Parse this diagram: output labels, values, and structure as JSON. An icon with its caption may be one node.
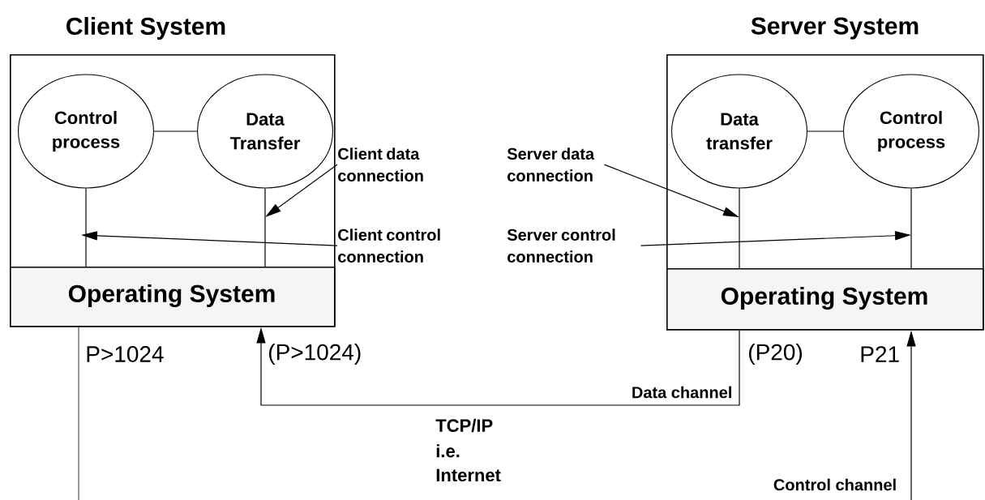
{
  "diagram": {
    "nodes": [
      {
        "text": [
          "Client System"
        ]
      },
      {
        "text": [
          "Control process"
        ],
        "in": 0
      },
      {
        "text": [
          "Data Transfer"
        ],
        "in": 0
      },
      {
        "text": [
          "Operating System"
        ],
        "in": 0
      },
      {
        "text": [
          "Server System"
        ]
      },
      {
        "text": [
          "Data transfer"
        ],
        "in": 4
      },
      {
        "text": [
          "Control process"
        ],
        "in": 4
      },
      {
        "text": [
          "Operating System"
        ],
        "in": 4
      },
      {
        "text": [
          "Client data connection"
        ]
      },
      {
        "text": [
          "Client control connection"
        ]
      },
      {
        "text": [
          "Server data connection"
        ]
      },
      {
        "text": [
          "Server control connection"
        ]
      }
    ],
    "edges": [
      {
        "from": 1,
        "to": 2,
        "arrow": "none"
      },
      {
        "from": 1,
        "to": 3,
        "arrow": "none"
      },
      {
        "from": 2,
        "to": 3,
        "arrow": "none"
      },
      {
        "from": 5,
        "to": 6,
        "arrow": "none"
      },
      {
        "from": 5,
        "to": 7,
        "arrow": "none"
      },
      {
        "from": 6,
        "to": 7,
        "arrow": "none"
      },
      {
        "from": 8,
        "to": null,
        "arrow": "to"
      },
      {
        "from": 9,
        "to": null,
        "arrow": "to"
      },
      {
        "from": 10,
        "to": null,
        "arrow": "to"
      },
      {
        "from": 11,
        "to": null,
        "arrow": "to"
      },
      {
        "from": 7,
        "to": 3,
        "arrow": "to",
        "label": "Data channel"
      },
      {
        "from": null,
        "to": 7,
        "arrow": "to",
        "label": "Control channel"
      },
      {
        "from": 3,
        "to": null,
        "arrow": "none"
      }
    ],
    "labels": [
      "P>1024",
      "(P>1024)",
      "(P20)",
      "P21",
      "TCP/IP",
      "i.e. Internet"
    ]
  }
}
